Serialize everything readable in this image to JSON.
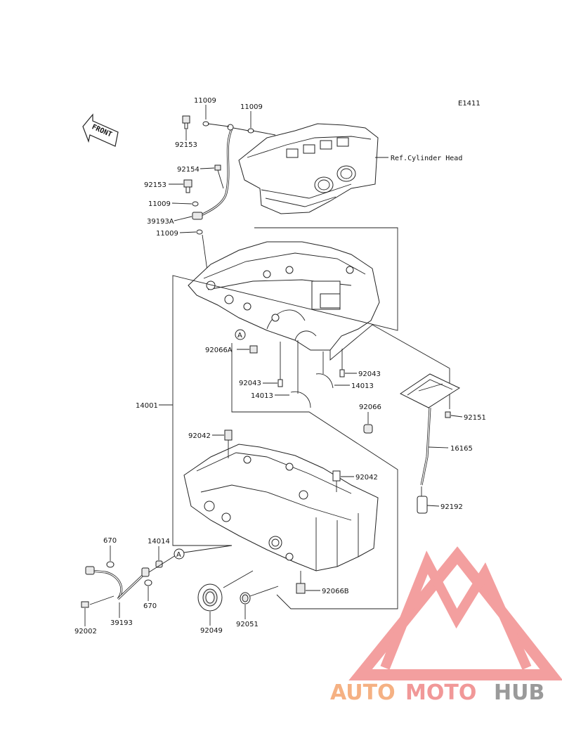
{
  "diagram_code": "E1411",
  "front_label": "FRONT",
  "ref_label": "Ref.Cylinder Head",
  "callout_letter": "A",
  "parts": {
    "p11009_a": "11009",
    "p11009_b": "11009",
    "p92153_a": "92153",
    "p92154": "92154",
    "p92153_b": "92153",
    "p11009_c": "11009",
    "p39193A": "39193A",
    "p11009_d": "11009",
    "p14001": "14001",
    "p92066A": "92066A",
    "p92043_a": "92043",
    "p14013_a": "14013",
    "p92043_b": "92043",
    "p14013_b": "14013",
    "p92066": "92066",
    "p92042_a": "92042",
    "p92042_b": "92042",
    "p92151": "92151",
    "p16165": "16165",
    "p92192": "92192",
    "p670_a": "670",
    "p14014": "14014",
    "p670_b": "670",
    "p39193": "39193",
    "p92002": "92002",
    "p92049": "92049",
    "p92051": "92051",
    "p92066B": "92066B"
  },
  "watermark": {
    "part1": "AUTO",
    "part2": "MOTO",
    "part3": "HUB",
    "color1": "#f5b183",
    "color2": "#f19898",
    "color3": "#9a9a9a",
    "logo_color": "#f07f7f"
  }
}
